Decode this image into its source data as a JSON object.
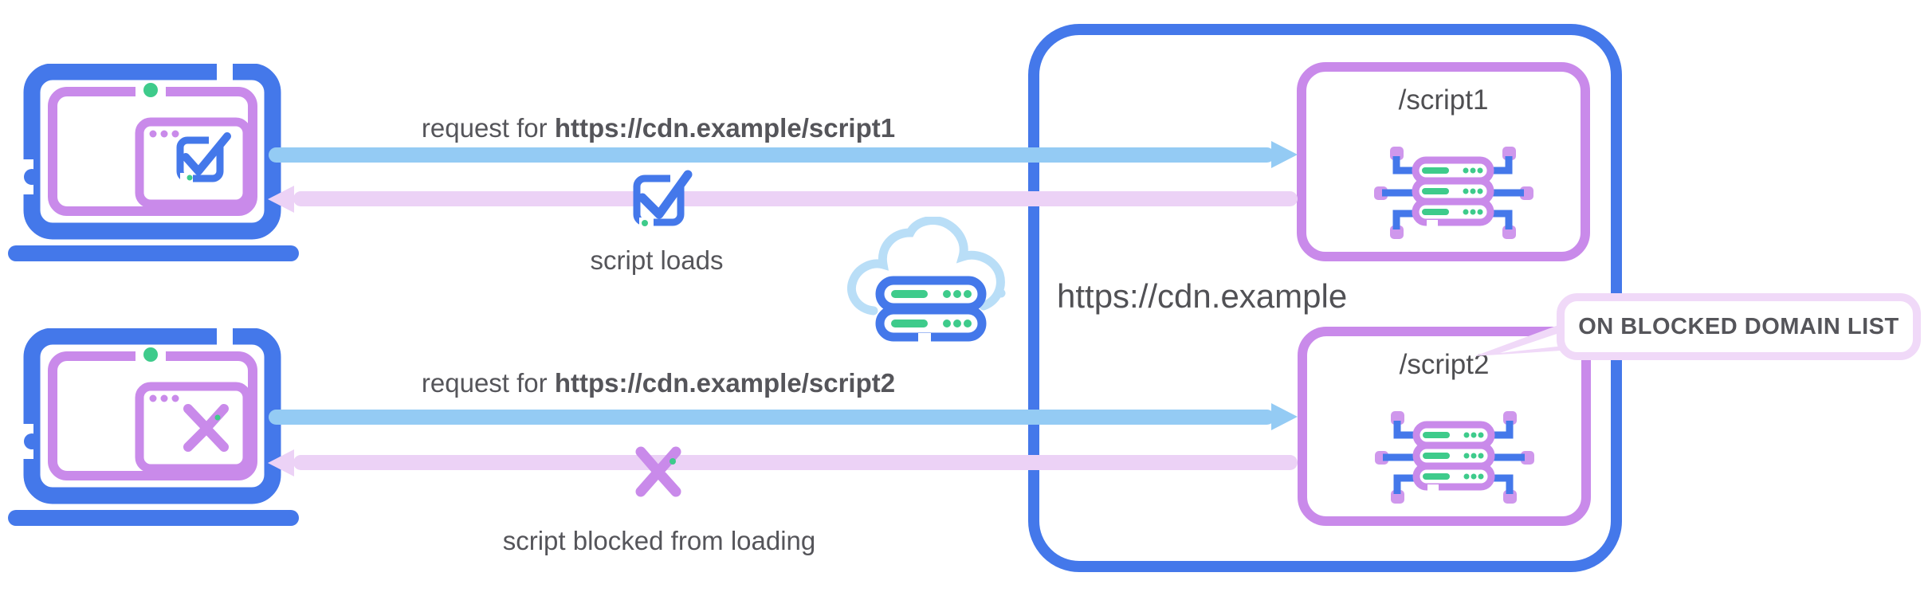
{
  "diagram": {
    "cdn": {
      "domain": "https://cdn.example",
      "endpoints": [
        {
          "path": "/script1"
        },
        {
          "path": "/script2"
        }
      ],
      "callout": "ON BLOCKED DOMAIN LIST"
    },
    "flows": [
      {
        "request_prefix": "request for ",
        "request_url": "https://cdn.example/script1",
        "result": "script loads",
        "status": "allowed"
      },
      {
        "request_prefix": "request for ",
        "request_url": "https://cdn.example/script2",
        "result": "script blocked from loading",
        "status": "blocked"
      }
    ],
    "colors": {
      "blue": "#4478ea",
      "light_blue_arrow": "#94cbf4",
      "cloud_blue": "#b9def7",
      "purple": "#c98aea",
      "light_pink_arrow": "#ecd2f6",
      "callout_pink": "#f0d9f8",
      "green": "#3ecb8b",
      "text_gray": "#55555a"
    },
    "icons": {
      "client_ok": "laptop-check-icon",
      "client_blocked": "laptop-blocked-icon",
      "loads": "check-icon",
      "blocked": "cross-icon",
      "cdn_edge": "cloud-server-icon",
      "endpoint": "server-rack-icon",
      "callout": "speech-bubble"
    }
  }
}
